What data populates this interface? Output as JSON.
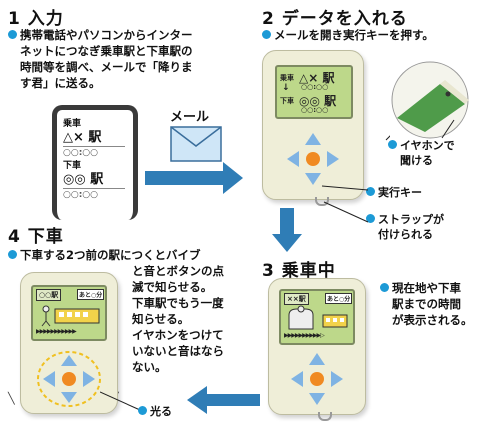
{
  "step1": {
    "title": "1 入力",
    "desc_lines": [
      "携帯電話やパソコンからインター",
      "ネットにつなぎ乗車駅と下車駅の",
      "時間等を調べ、メールで「降りま",
      "す君」に送る。"
    ],
    "phone": {
      "board_label": "乗車",
      "board_station": "△× 駅",
      "board_time": "○○:○○",
      "alight_label": "下車",
      "alight_station": "◎◎ 駅",
      "alight_time": "○○:○○"
    },
    "mail_label": "メール",
    "mail_icon": "envelope-icon"
  },
  "step2": {
    "title": "2 データを入れる",
    "desc": "メールを開き実行キーを押す。",
    "lcd": {
      "board_label": "乗車",
      "board_station": "△× 駅",
      "board_time": "○○:○○",
      "alight_label": "下車",
      "alight_station": "◎◎ 駅",
      "alight_time": "○○:○○"
    },
    "note_earphone": [
      "イヤホンで",
      "聞ける"
    ],
    "note_exec": "実行キー",
    "note_strap": [
      "ストラップが",
      "付けられる"
    ]
  },
  "step3": {
    "title": "3 乗車中",
    "lcd_station": "××駅",
    "lcd_remaining": "あと○分",
    "note": [
      "現在地や下車",
      "駅までの時間",
      "が表示される。"
    ]
  },
  "step4": {
    "title": "4 下車",
    "lcd_station": "○○駅",
    "lcd_remaining": "あと○分",
    "desc_lines": [
      "下車する2つ前の駅につくとバイブ",
      "と音とボタンの点",
      "滅で知らせる。",
      "下車駅でもう一度",
      "知らせる。",
      "イヤホンをつけて",
      "いないと音はなら",
      "ない。"
    ],
    "note_light": "光る"
  },
  "colors": {
    "arrow": "#2f7db6",
    "dot": "#1d9ad6",
    "device_body": "#efeed8",
    "screen": "#bdd88a",
    "key_blue": "#7fb3e3",
    "key_orange": "#f08a22"
  }
}
